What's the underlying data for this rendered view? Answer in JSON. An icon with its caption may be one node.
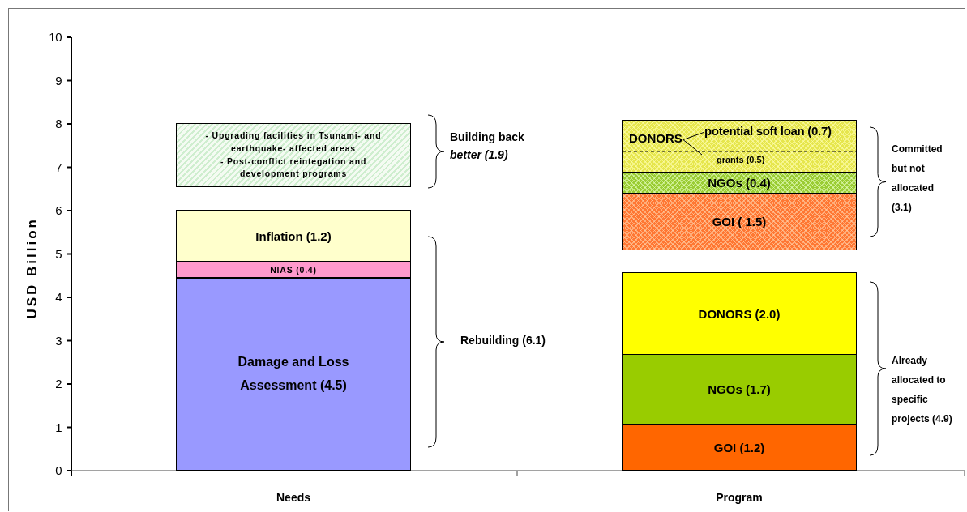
{
  "diagram": {
    "nodes": [
      {
        "text": [
          "- Upgrading facilities in Tsunami- and earthquake- affected areas",
          "- Post-conflict reintegation and development programs"
        ]
      },
      {
        "text": [
          "Inflation (1.2)"
        ]
      },
      {
        "text": [
          "NIAS (0.4)"
        ]
      },
      {
        "text": [
          "Damage and Loss Assessment (4.5)"
        ]
      },
      {
        "text": [],
        "shape": "box"
      },
      {
        "text": [
          "DONORS"
        ],
        "in": 4
      },
      {
        "text": [
          "potential soft loan (0.7)"
        ],
        "in": 4
      },
      {
        "text": [
          "grants (0.5)"
        ],
        "in": 4
      },
      {
        "text": [
          "NGOs (0.4)"
        ]
      },
      {
        "text": [
          "GOI ( 1.5)"
        ]
      },
      {
        "text": [
          "DONORS (2.0)"
        ]
      },
      {
        "text": [
          "NGOs (1.7)"
        ]
      },
      {
        "text": [
          "GOI (1.2)"
        ]
      }
    ],
    "edges": [
      {
        "from": 5,
        "to": 6,
        "arrow": "none"
      },
      {
        "from": 5,
        "to": 7,
        "arrow": "none"
      }
    ],
    "labels": [
      "USD Billion",
      "10",
      "9",
      "8",
      "7",
      "6",
      "5",
      "4",
      "3",
      "2",
      "1",
      "0",
      "Building back *better (1.9)*",
      "Committed but not allocated (3.1)",
      "Rebuilding (6.1)",
      "Already allocated to specific projects (4.9)",
      "Needs",
      "Program"
    ]
  }
}
